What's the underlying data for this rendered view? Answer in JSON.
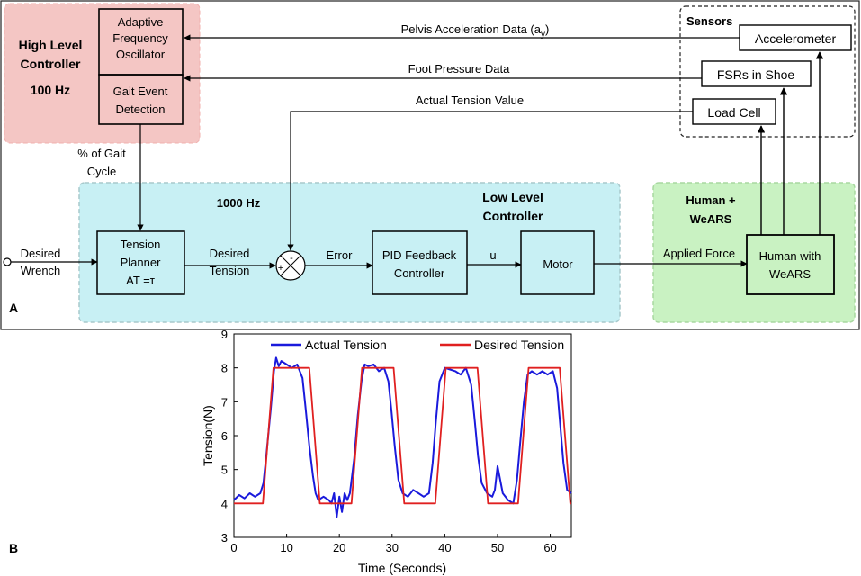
{
  "panel_a": {
    "panel_label": "A",
    "high_level": {
      "title_line1": "High Level",
      "title_line2": "Controller",
      "rate": "100 Hz",
      "oscillator_line1": "Adaptive",
      "oscillator_line2": "Frequency",
      "oscillator_line3": "Oscillator",
      "gait_line1": "Gait Event",
      "gait_line2": "Detection",
      "color": "#f4c6c4"
    },
    "sensors": {
      "title": "Sensors",
      "accelerometer": "Accelerometer",
      "fsr": "FSRs in Shoe",
      "load_cell": "Load Cell"
    },
    "signals": {
      "pelvis_prefix": "Pelvis Acceleration Data (a",
      "pelvis_sub": "y",
      "pelvis_suffix": ")",
      "foot_pressure": "Foot Pressure Data",
      "actual_tension": "Actual Tension Value",
      "gait_cycle_line1": "% of Gait",
      "gait_cycle_line2": "Cycle",
      "desired_tension_line1": "Desired",
      "desired_tension_line2": "Tension",
      "error": "Error",
      "u": "u",
      "applied_force": "Applied Force",
      "desired_wrench_line1": "Desired",
      "desired_wrench_line2": "Wrench"
    },
    "low_level": {
      "rate": "1000 Hz",
      "title_line1": "Low Level",
      "title_line2": "Controller",
      "planner_line1": "Tension",
      "planner_line2": "Planner",
      "planner_line3": "AT =τ",
      "pid_line1": "PID Feedback",
      "pid_line2": "Controller",
      "motor": "Motor",
      "plus": "+",
      "minus": "-",
      "color": "#c8f0f4"
    },
    "human": {
      "title_line1": "Human +",
      "title_line2": "WeARS",
      "box_line1": "Human with",
      "box_line2": "WeARS",
      "color": "#c9f2c2"
    }
  },
  "panel_b": {
    "panel_label": "B"
  },
  "chart_data": {
    "type": "line",
    "xlabel": "Time (Seconds)",
    "ylabel": "Tension(N)",
    "xlim": [
      0,
      64
    ],
    "ylim": [
      3,
      9
    ],
    "xticks": [
      0,
      10,
      20,
      30,
      40,
      50,
      60
    ],
    "yticks": [
      3,
      4,
      5,
      6,
      7,
      8,
      9
    ],
    "grid": false,
    "legend_position": "top",
    "series": [
      {
        "name": "Actual Tension",
        "color": "#1a1adc",
        "x": [
          0,
          1,
          2,
          3,
          4,
          5,
          5.6,
          6.2,
          7,
          7.6,
          8,
          8.5,
          9,
          10,
          11,
          12,
          13,
          13.6,
          14.3,
          15,
          15.5,
          16,
          17,
          18,
          18.5,
          19,
          19.5,
          20,
          20.5,
          21,
          21.5,
          22,
          22.8,
          23.5,
          24.2,
          24.8,
          25.5,
          26.5,
          27.5,
          28.5,
          29.3,
          29.9,
          30.5,
          31.2,
          32,
          33,
          34,
          35,
          36,
          37,
          37.7,
          38.3,
          39,
          40,
          41,
          42,
          43,
          44,
          45,
          45.7,
          46.3,
          47,
          48,
          49,
          49.5,
          50,
          51,
          52,
          53,
          53.7,
          54.3,
          55,
          55.7,
          56.5,
          57.5,
          58.5,
          59.5,
          60.5,
          61.3,
          61.9,
          62.5,
          63.2,
          64
        ],
        "values": [
          4.1,
          4.25,
          4.15,
          4.3,
          4.2,
          4.3,
          4.6,
          5.5,
          6.8,
          7.9,
          8.3,
          8.05,
          8.2,
          8.1,
          8.0,
          8.1,
          7.7,
          6.8,
          5.7,
          4.8,
          4.3,
          4.1,
          4.2,
          4.1,
          4.0,
          4.3,
          3.6,
          4.2,
          3.75,
          4.3,
          4.1,
          4.3,
          5.3,
          6.6,
          7.6,
          8.1,
          8.05,
          8.1,
          7.9,
          8.0,
          7.6,
          6.7,
          5.7,
          4.7,
          4.3,
          4.2,
          4.4,
          4.3,
          4.2,
          4.3,
          5.2,
          6.4,
          7.6,
          8.0,
          7.95,
          7.9,
          7.8,
          8.0,
          7.5,
          6.4,
          5.4,
          4.6,
          4.3,
          4.2,
          4.4,
          5.1,
          4.3,
          4.1,
          4.0,
          4.7,
          5.8,
          7.0,
          7.8,
          7.9,
          7.8,
          7.9,
          7.8,
          7.9,
          7.4,
          6.3,
          5.2,
          4.4,
          4.3
        ]
      },
      {
        "name": "Desired Tension",
        "color": "#e02020",
        "x": [
          0,
          5.5,
          7.5,
          14.3,
          16.3,
          22.3,
          24.3,
          30.3,
          32.3,
          38.2,
          40.2,
          46.2,
          48.2,
          53.9,
          55.9,
          61.8,
          63.8,
          64
        ],
        "values": [
          4,
          4,
          8,
          8,
          4,
          4,
          8,
          8,
          4,
          4,
          8,
          8,
          4,
          4,
          8,
          8,
          4,
          4
        ]
      }
    ]
  }
}
